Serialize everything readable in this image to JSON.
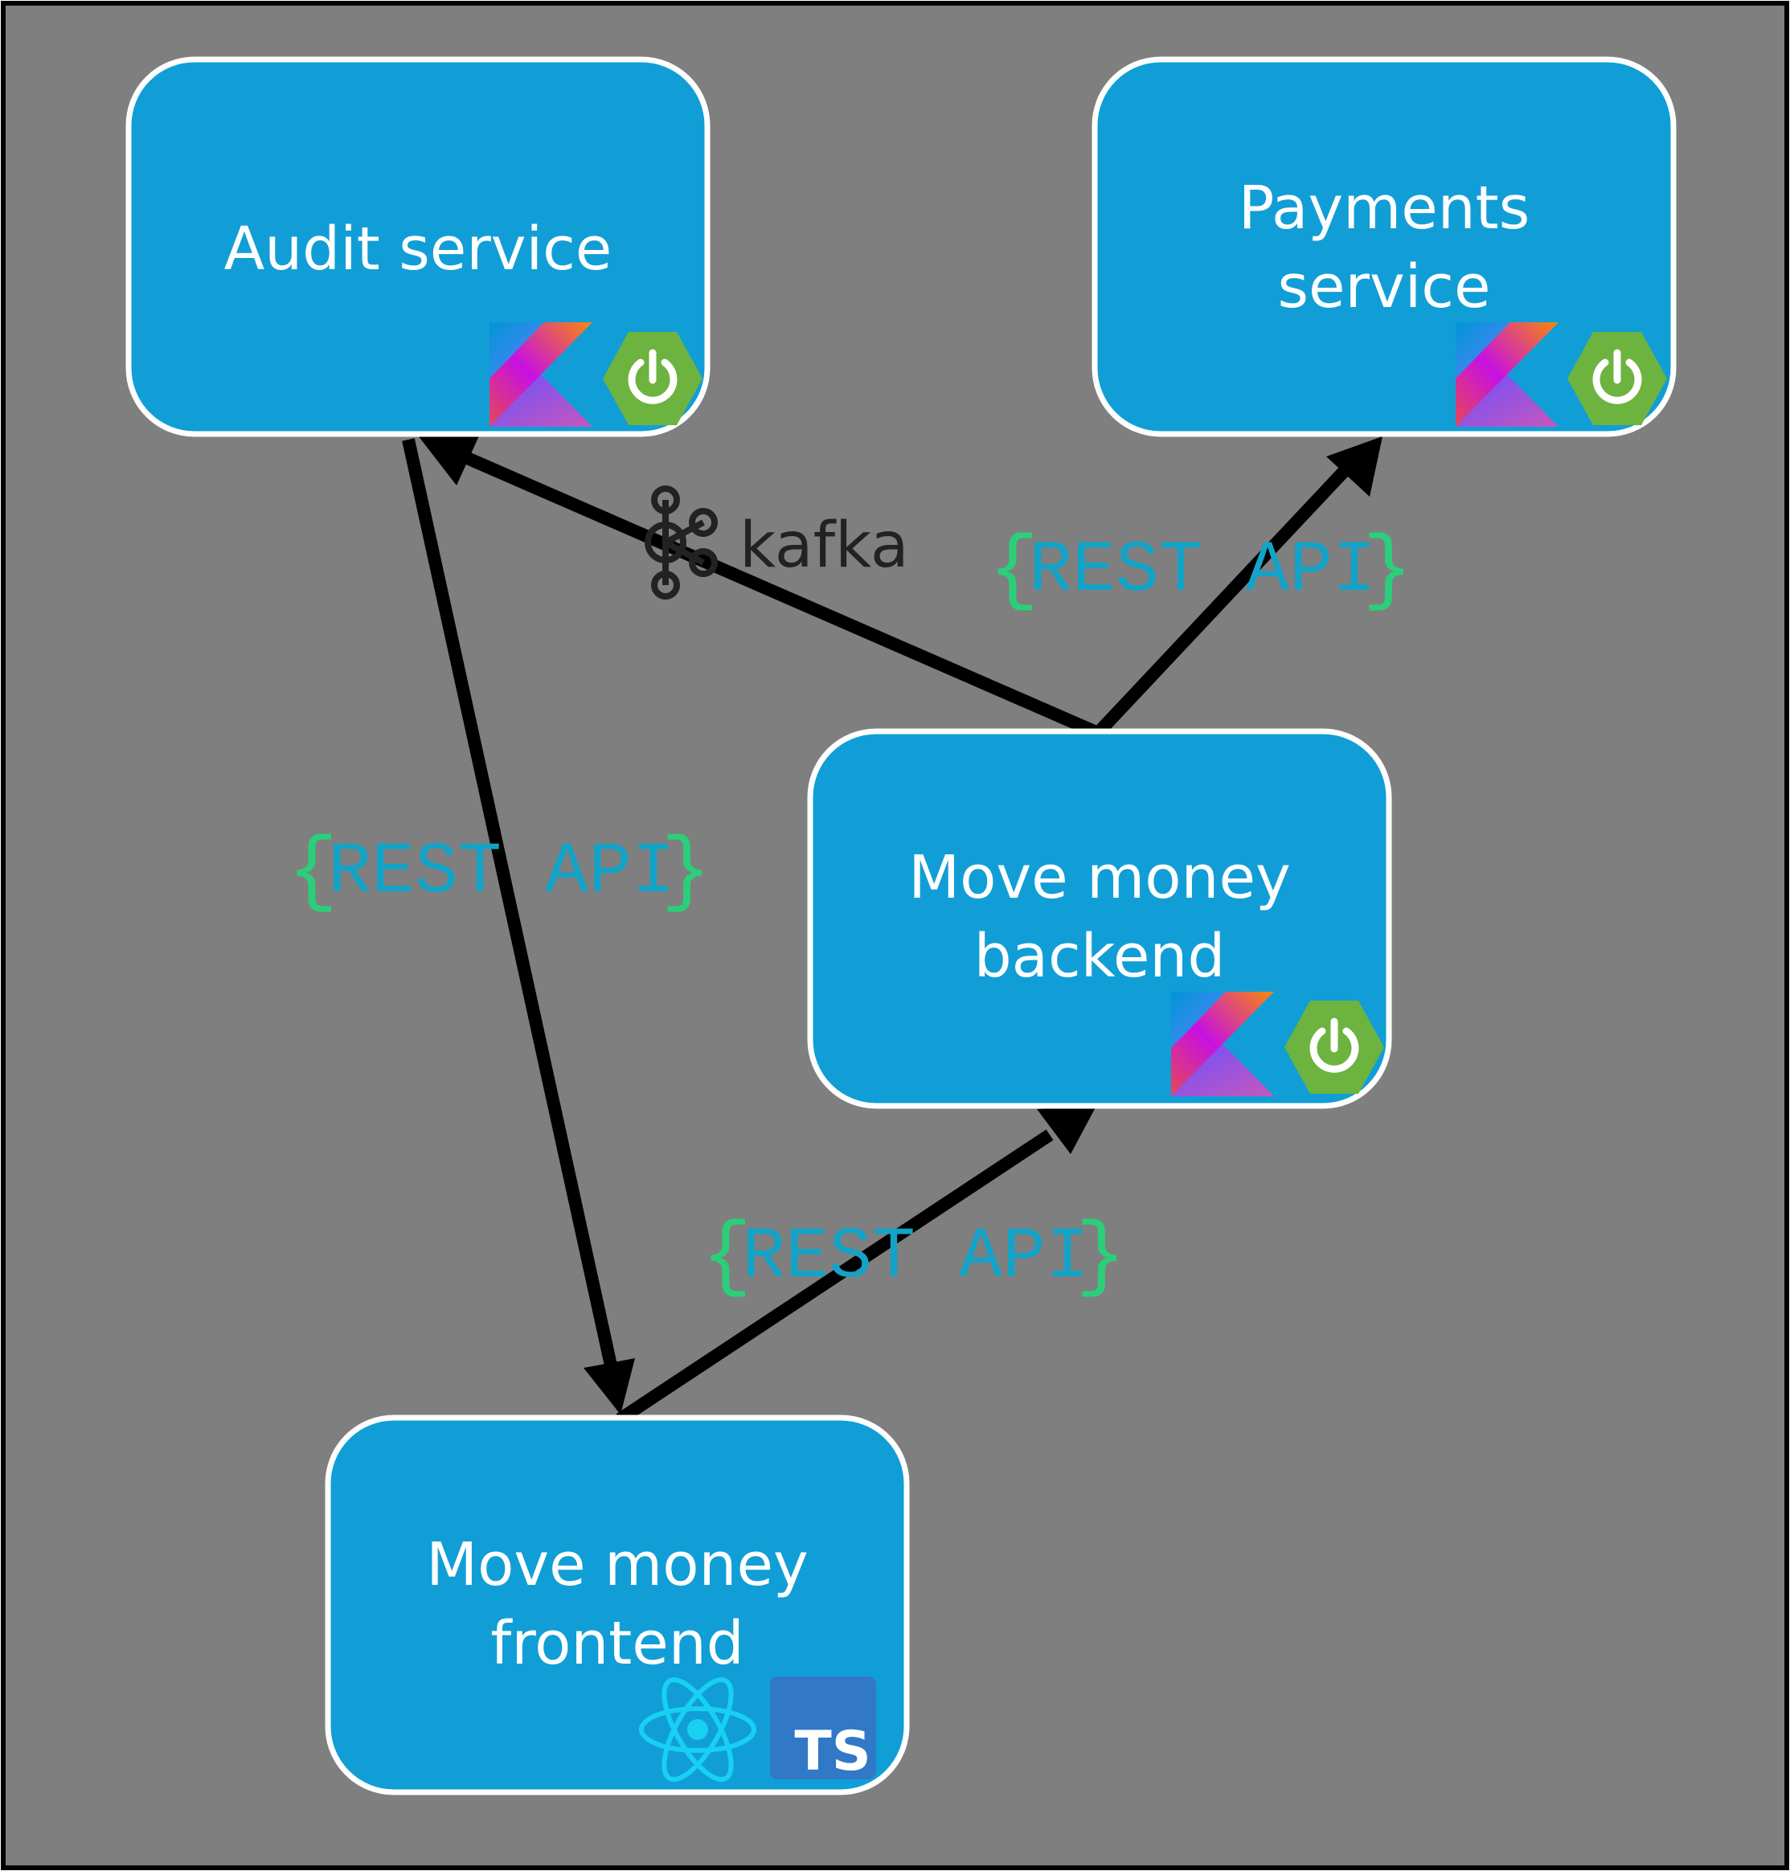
{
  "canvas": {
    "background": "#7f7f7f",
    "border_color": "#000000"
  },
  "colors": {
    "node_fill": "#119ed6",
    "node_border": "#ffffff",
    "arrow": "#000000",
    "api_text": "#13a3c8",
    "api_brace": "#2bcf7a",
    "spring_green": "#6db33f"
  },
  "nodes": {
    "audit": {
      "label_lines": [
        "Audit service"
      ],
      "icons": [
        "kotlin-icon",
        "spring-boot-icon"
      ]
    },
    "payments": {
      "label_lines": [
        "Payments",
        "service"
      ],
      "icons": [
        "kotlin-icon",
        "spring-boot-icon"
      ]
    },
    "backend": {
      "label_lines": [
        "Move money",
        "backend"
      ],
      "icons": [
        "kotlin-icon",
        "spring-boot-icon"
      ]
    },
    "frontend": {
      "label_lines": [
        "Move money",
        "frontend"
      ],
      "icons": [
        "react-icon",
        "typescript-icon"
      ],
      "ts_badge": "TS"
    }
  },
  "edges": [
    {
      "from": "backend",
      "to": "audit",
      "via": "kafka",
      "label": "kafka"
    },
    {
      "from": "backend",
      "to": "payments",
      "via": "rest",
      "label": "REST API"
    },
    {
      "from": "audit",
      "to": "frontend",
      "via": "rest",
      "label": "REST API"
    },
    {
      "from": "frontend",
      "to": "backend",
      "via": "rest",
      "label": "REST API"
    }
  ],
  "labels": {
    "kafka": "kafka",
    "rest_api_1": "REST API",
    "rest_api_2": "REST API",
    "rest_api_3": "REST API",
    "brace_open": "{",
    "brace_close": "}"
  }
}
